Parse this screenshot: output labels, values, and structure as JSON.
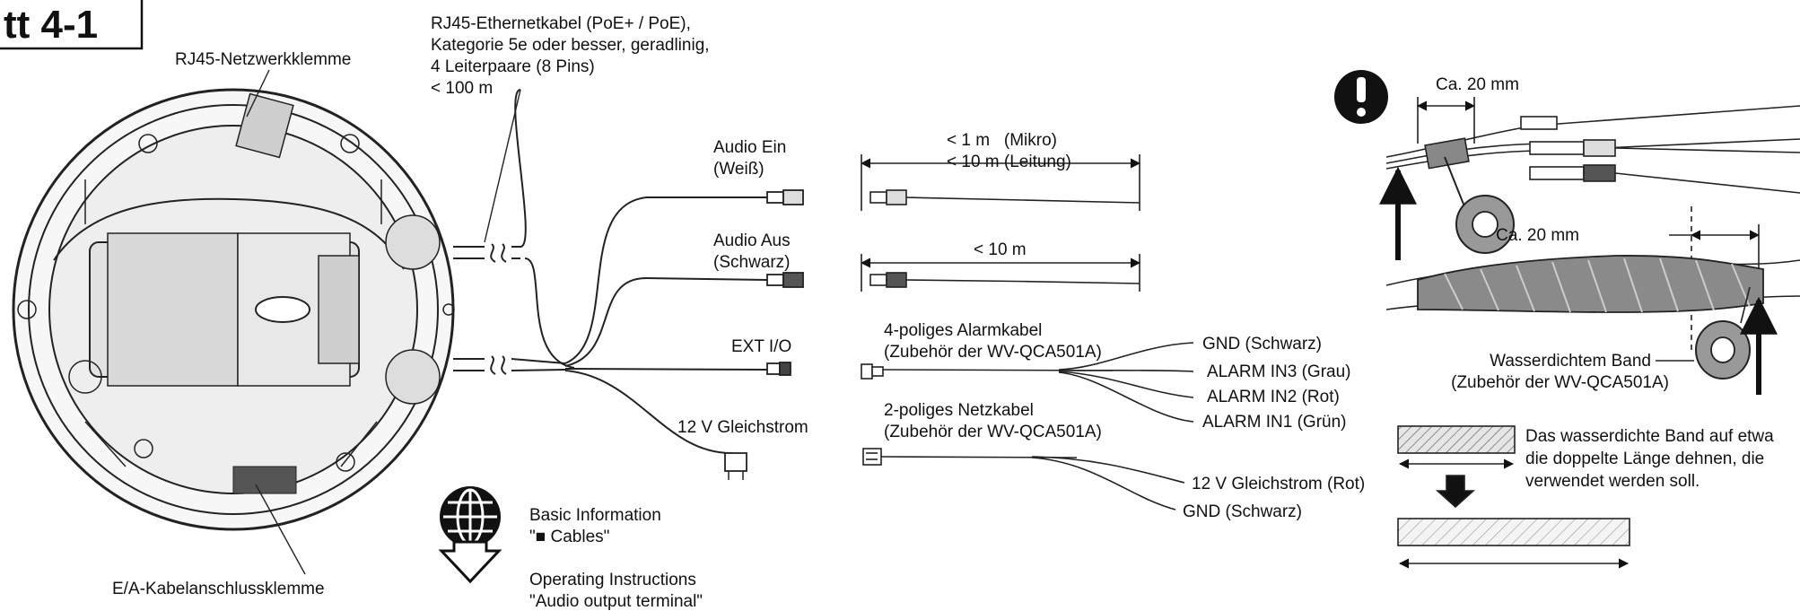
{
  "title": "tt 4-1",
  "labels": {
    "rj45_terminal": "RJ45-Netzwerkklemme",
    "io_terminal": "E/A-Kabelanschlussklemme",
    "ethernet_cable": [
      "RJ45-Ethernetkabel (PoE+ / PoE),",
      "Kategorie 5e oder besser, geradlinig,",
      "4 Leiterpaare (8 Pins)",
      "< 100 m"
    ],
    "audio_in": [
      "Audio Ein",
      "(Weiß)"
    ],
    "audio_out": [
      "Audio Aus",
      "(Schwarz)"
    ],
    "ext_io": "EXT I/O",
    "dc12v": "12 V Gleichstrom",
    "audio_in_length": [
      "< 1 m   (Mikro)",
      "< 10 m (Leitung)"
    ],
    "audio_out_length": "< 10 m",
    "alarm_cable": [
      "4-poliges Alarmkabel",
      "(Zubehör der WV-QCA501A)"
    ],
    "alarm_pins": [
      "GND (Schwarz)",
      "ALARM IN3 (Grau)",
      "ALARM IN2 (Rot)",
      "ALARM IN1 (Grün)"
    ],
    "power_cable": [
      "2-poliges Netzkabel",
      "(Zubehör der WV-QCA501A)"
    ],
    "power_pins": [
      "12 V Gleichstrom (Rot)",
      "GND (Schwarz)"
    ],
    "basic_info": [
      "Basic Information",
      "\"■ Cables\""
    ],
    "operating": [
      "Operating Instructions",
      "\"Audio output terminal\""
    ],
    "ca20_top": "Ca. 20 mm",
    "ca20_mid": "Ca. 20 mm",
    "tape_label": [
      "Wasserdichtem Band",
      "(Zubehör der WV-QCA501A)"
    ],
    "tape_note": [
      "Das wasserdichte Band auf etwa",
      "die doppelte Länge dehnen, die",
      "verwendet werden soll."
    ]
  },
  "icons": {
    "caution": "exclamation-icon",
    "reference": "globe-download-icon"
  }
}
